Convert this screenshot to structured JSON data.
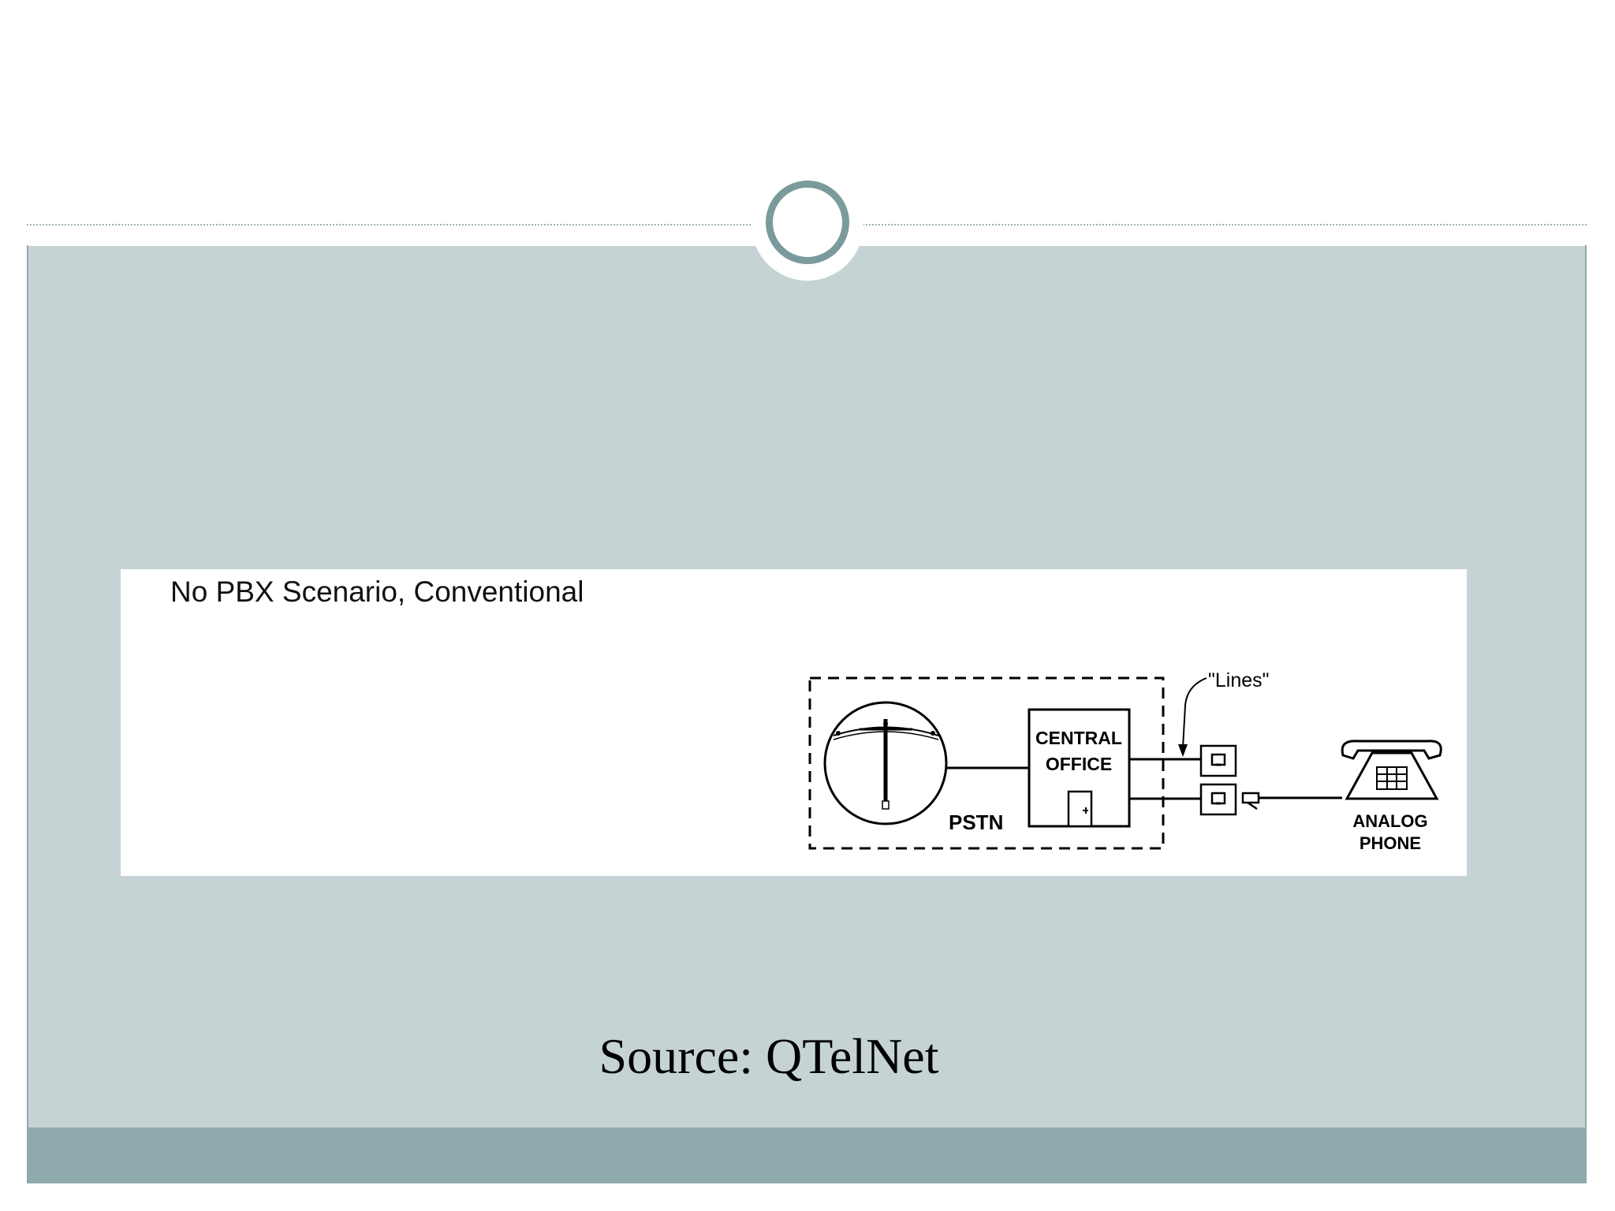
{
  "slide": {
    "colors": {
      "frame_border": "#8fa9ab",
      "body_band": "#c5d3d5",
      "footer_band": "#8fabad",
      "ring": "#7a9a9c"
    },
    "decoration_icon": "circle-ring-icon"
  },
  "diagram": {
    "title": "No PBX Scenario, Conventional",
    "pstn_label": "PSTN",
    "central_office_line1": "CENTRAL",
    "central_office_line2": "OFFICE",
    "lines_label": "\"Lines\"",
    "phone_label_line1": "ANALOG",
    "phone_label_line2": "PHONE",
    "icons": [
      "telephone-pole-icon",
      "building-door-icon",
      "wall-jack-icon",
      "plug-icon",
      "analog-phone-icon"
    ]
  },
  "caption": {
    "source": "Source: QTelNet"
  }
}
